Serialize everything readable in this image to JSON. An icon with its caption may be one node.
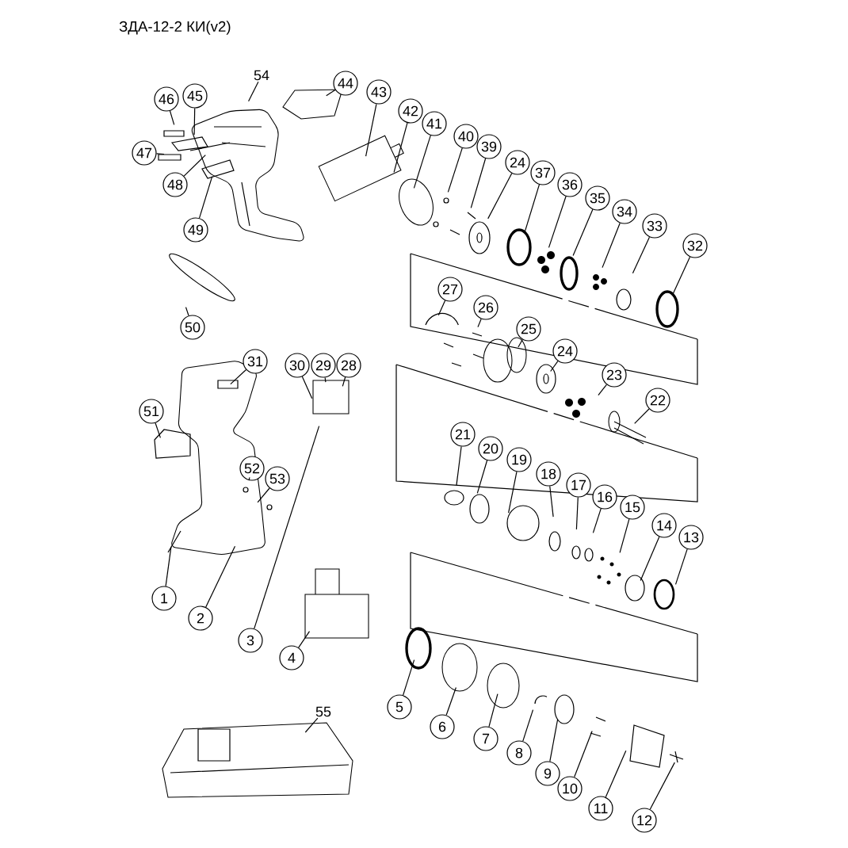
{
  "diagram": {
    "title": "ЗДА-12-2 КИ(v2)",
    "nodes": [
      {
        "text": [
          "1"
        ]
      },
      {
        "text": [
          "2"
        ]
      },
      {
        "text": [
          "3"
        ]
      },
      {
        "text": [
          "4"
        ]
      },
      {
        "text": [
          "5"
        ]
      },
      {
        "text": [
          "6"
        ]
      },
      {
        "text": [
          "7"
        ]
      },
      {
        "text": [
          "8"
        ]
      },
      {
        "text": [
          "9"
        ]
      },
      {
        "text": [
          "10"
        ]
      },
      {
        "text": [
          "11"
        ]
      },
      {
        "text": [
          "12"
        ]
      },
      {
        "text": [
          "13"
        ]
      },
      {
        "text": [
          "14"
        ]
      },
      {
        "text": [
          "15"
        ]
      },
      {
        "text": [
          "16"
        ]
      },
      {
        "text": [
          "17"
        ]
      },
      {
        "text": [
          "18"
        ]
      },
      {
        "text": [
          "19"
        ]
      },
      {
        "text": [
          "20"
        ]
      },
      {
        "text": [
          "21"
        ]
      },
      {
        "text": [
          "22"
        ]
      },
      {
        "text": [
          "23"
        ]
      },
      {
        "text": [
          "24"
        ]
      },
      {
        "text": [
          "25"
        ]
      },
      {
        "text": [
          "26"
        ]
      },
      {
        "text": [
          "27"
        ]
      },
      {
        "text": [
          "28"
        ]
      },
      {
        "text": [
          "29"
        ]
      },
      {
        "text": [
          "30"
        ]
      },
      {
        "text": [
          "31"
        ]
      },
      {
        "text": [
          "32"
        ]
      },
      {
        "text": [
          "33"
        ]
      },
      {
        "text": [
          "34"
        ]
      },
      {
        "text": [
          "35"
        ]
      },
      {
        "text": [
          "36"
        ]
      },
      {
        "text": [
          "37"
        ]
      },
      {
        "text": [
          "24"
        ]
      },
      {
        "text": [
          "39"
        ]
      },
      {
        "text": [
          "40"
        ]
      },
      {
        "text": [
          "41"
        ]
      },
      {
        "text": [
          "42"
        ]
      },
      {
        "text": [
          "43"
        ]
      },
      {
        "text": [
          "44"
        ]
      },
      {
        "text": [
          "45"
        ]
      },
      {
        "text": [
          "46"
        ]
      },
      {
        "text": [
          "47"
        ]
      },
      {
        "text": [
          "48"
        ]
      },
      {
        "text": [
          "49"
        ]
      },
      {
        "text": [
          "50"
        ]
      },
      {
        "text": [
          "51"
        ]
      },
      {
        "text": [
          "52"
        ]
      },
      {
        "text": [
          "53"
        ]
      },
      {
        "text": [
          "54"
        ]
      },
      {
        "text": [
          "55"
        ]
      }
    ],
    "edges": [
      {
        "from": 0,
        "to": null,
        "arrow": "none"
      },
      {
        "from": 1,
        "to": null,
        "arrow": "none"
      },
      {
        "from": 2,
        "to": null,
        "arrow": "none"
      },
      {
        "from": 3,
        "to": null,
        "arrow": "none"
      },
      {
        "from": 4,
        "to": null,
        "arrow": "none"
      },
      {
        "from": 5,
        "to": null,
        "arrow": "none"
      },
      {
        "from": 6,
        "to": null,
        "arrow": "none"
      },
      {
        "from": 7,
        "to": null,
        "arrow": "none"
      },
      {
        "from": 8,
        "to": null,
        "arrow": "none"
      },
      {
        "from": 9,
        "to": null,
        "arrow": "none"
      },
      {
        "from": 10,
        "to": null,
        "arrow": "none"
      },
      {
        "from": 11,
        "to": null,
        "arrow": "none"
      },
      {
        "from": 12,
        "to": null,
        "arrow": "none"
      },
      {
        "from": 13,
        "to": null,
        "arrow": "none"
      },
      {
        "from": 14,
        "to": null,
        "arrow": "none"
      },
      {
        "from": 15,
        "to": null,
        "arrow": "none"
      },
      {
        "from": 16,
        "to": null,
        "arrow": "none"
      },
      {
        "from": 17,
        "to": null,
        "arrow": "none"
      },
      {
        "from": 18,
        "to": null,
        "arrow": "none"
      },
      {
        "from": 19,
        "to": null,
        "arrow": "none"
      },
      {
        "from": 20,
        "to": null,
        "arrow": "none"
      },
      {
        "from": 21,
        "to": null,
        "arrow": "none"
      },
      {
        "from": 22,
        "to": null,
        "arrow": "none"
      },
      {
        "from": 23,
        "to": null,
        "arrow": "none"
      },
      {
        "from": 24,
        "to": null,
        "arrow": "none"
      },
      {
        "from": 25,
        "to": null,
        "arrow": "none"
      },
      {
        "from": 26,
        "to": null,
        "arrow": "none"
      },
      {
        "from": 27,
        "to": null,
        "arrow": "none"
      },
      {
        "from": 28,
        "to": null,
        "arrow": "none"
      },
      {
        "from": 29,
        "to": null,
        "arrow": "none"
      },
      {
        "from": 30,
        "to": null,
        "arrow": "none"
      },
      {
        "from": 31,
        "to": null,
        "arrow": "none"
      },
      {
        "from": 32,
        "to": null,
        "arrow": "none"
      },
      {
        "from": 33,
        "to": null,
        "arrow": "none"
      },
      {
        "from": 34,
        "to": null,
        "arrow": "none"
      },
      {
        "from": 35,
        "to": null,
        "arrow": "none"
      },
      {
        "from": 36,
        "to": null,
        "arrow": "none"
      },
      {
        "from": 37,
        "to": null,
        "arrow": "none"
      },
      {
        "from": 38,
        "to": null,
        "arrow": "none"
      },
      {
        "from": 39,
        "to": null,
        "arrow": "none"
      },
      {
        "from": 40,
        "to": null,
        "arrow": "none"
      },
      {
        "from": 41,
        "to": null,
        "arrow": "none"
      },
      {
        "from": 42,
        "to": null,
        "arrow": "none"
      },
      {
        "from": 43,
        "to": null,
        "arrow": "none"
      },
      {
        "from": 44,
        "to": null,
        "arrow": "none"
      },
      {
        "from": 45,
        "to": null,
        "arrow": "none"
      },
      {
        "from": 46,
        "to": null,
        "arrow": "none"
      },
      {
        "from": 47,
        "to": null,
        "arrow": "none"
      },
      {
        "from": 48,
        "to": null,
        "arrow": "none"
      },
      {
        "from": 49,
        "to": null,
        "arrow": "none"
      },
      {
        "from": 50,
        "to": null,
        "arrow": "none"
      },
      {
        "from": 51,
        "to": null,
        "arrow": "none"
      },
      {
        "from": 52,
        "to": null,
        "arrow": "none"
      },
      {
        "from": 53,
        "to": null,
        "arrow": "none"
      },
      {
        "from": 54,
        "to": null,
        "arrow": "none"
      }
    ]
  }
}
